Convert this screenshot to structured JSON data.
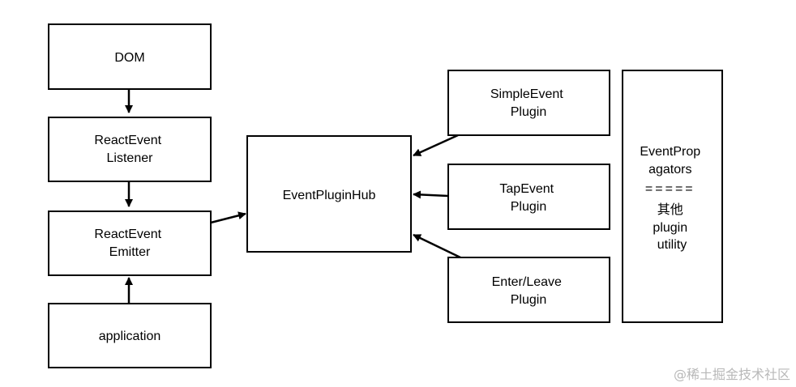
{
  "boxes": {
    "dom": {
      "lines": [
        "DOM"
      ]
    },
    "react_event_listener": {
      "lines": [
        "ReactEvent",
        "Listener"
      ]
    },
    "react_event_emitter": {
      "lines": [
        "ReactEvent",
        "Emitter"
      ]
    },
    "application": {
      "lines": [
        "application"
      ]
    },
    "event_plugin_hub": {
      "lines": [
        "EventPluginHub"
      ]
    },
    "simple_event_plugin": {
      "lines": [
        "SimpleEvent",
        "Plugin"
      ]
    },
    "tap_event_plugin": {
      "lines": [
        "TapEvent",
        "Plugin"
      ]
    },
    "enter_leave_plugin": {
      "lines": [
        "Enter/Leave",
        "Plugin"
      ]
    },
    "event_propagators": {
      "lines": [
        "EventProp",
        "agators",
        "=====",
        "其他",
        "plugin",
        "utility"
      ]
    }
  },
  "watermark": "@稀土掘金技术社区"
}
